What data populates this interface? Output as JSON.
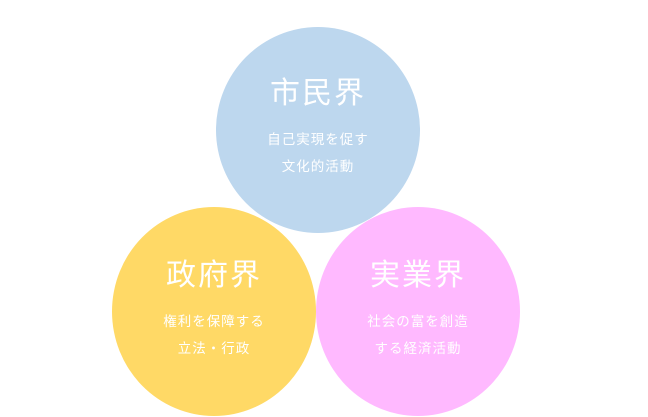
{
  "circles": {
    "civil": {
      "title": "市民界",
      "line1": "自己実現を促す",
      "line2": "文化的活動",
      "color": "#bdd7ee"
    },
    "government": {
      "title": "政府界",
      "line1": "権利を保障する",
      "line2": "立法・行政",
      "color": "#ffd966"
    },
    "business": {
      "title": "実業界",
      "line1": "社会の富を創造",
      "line2": "する経済活動",
      "color": "#ffb9ff"
    }
  }
}
